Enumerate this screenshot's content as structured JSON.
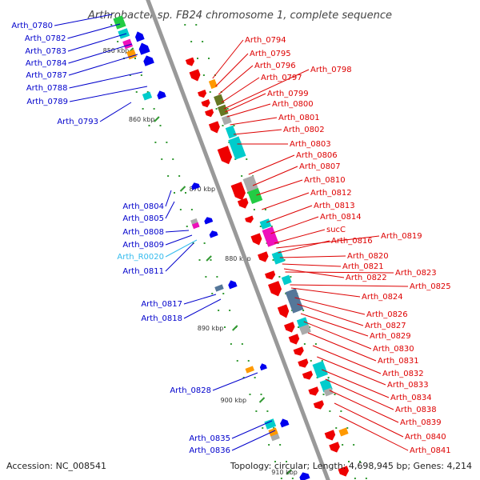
{
  "title": "Arthrobacter sp. FB24 chromosome 1, complete sequence",
  "footer": {
    "accession": "Accession: NC_008541",
    "stats": "Topology: circular; Length: 4,698,945 bp; Genes: 4,214"
  },
  "colors": {
    "backbone": "#999999",
    "forward_label": "#dd0000",
    "reverse_label": "#0000cc",
    "rna_label": "#33bbee",
    "ticks": "#339933",
    "forward_gene": "#ee0000",
    "reverse_gene": "#0000ee",
    "cyan": "#00cccc",
    "green": "#22cc44",
    "olive": "#667722",
    "magenta": "#ee11bb",
    "orange": "#ff9900",
    "grey": "#aaaaaa",
    "slate": "#557799"
  },
  "kbp_ticks": [
    "850 kbp",
    "860 kbp",
    "870 kbp",
    "880 kbp",
    "890 kbp",
    "900 kbp",
    "910 kbp"
  ],
  "left_labels": [
    "Arth_0780",
    "Arth_0782",
    "Arth_0783",
    "Arth_0784",
    "Arth_0787",
    "Arth_0788",
    "Arth_0789",
    "Arth_0793",
    "Arth_0804",
    "Arth_0805",
    "Arth_0808",
    "Arth_0809",
    "Arth_R0020",
    "Arth_0811",
    "Arth_0817",
    "Arth_0818",
    "Arth_0828",
    "Arth_0835",
    "Arth_0836"
  ],
  "right_labels": [
    "Arth_0794",
    "Arth_0795",
    "Arth_0796",
    "Arth_0797",
    "Arth_0798",
    "Arth_0799",
    "Arth_0800",
    "Arth_0801",
    "Arth_0802",
    "Arth_0803",
    "Arth_0806",
    "Arth_0807",
    "Arth_0810",
    "Arth_0812",
    "Arth_0813",
    "Arth_0814",
    "sucC",
    "Arth_0816",
    "Arth_0819",
    "Arth_0820",
    "Arth_0821",
    "Arth_0822",
    "Arth_0823",
    "Arth_0825",
    "Arth_0824",
    "Arth_0826",
    "Arth_0827",
    "Arth_0829",
    "Arth_0830",
    "Arth_0831",
    "Arth_0832",
    "Arth_0833",
    "Arth_0834",
    "Arth_0838",
    "Arth_0839",
    "Arth_0840",
    "Arth_0841"
  ]
}
